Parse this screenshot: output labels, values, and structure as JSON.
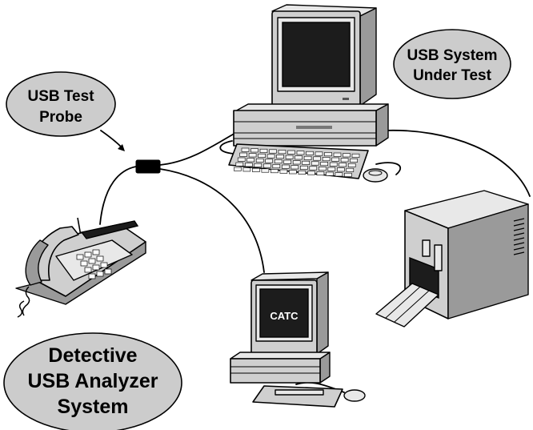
{
  "labels": {
    "usb_test_probe": [
      "USB Test",
      "Probe"
    ],
    "usb_system_under_test": [
      "USB System",
      "Under Test"
    ],
    "analyzer_system": [
      "Detective",
      "USB Analyzer",
      "System"
    ],
    "analyzer_screen": "CATC"
  },
  "colors": {
    "bubble_fill": "#cccccc",
    "device_body": "#cfcfcf",
    "screen": "#1c1c1c",
    "line": "#000000"
  },
  "icons": [
    "computer-icon",
    "keyboard-icon",
    "mouse-icon",
    "telephone-icon",
    "printer-icon",
    "usb-probe-icon"
  ]
}
